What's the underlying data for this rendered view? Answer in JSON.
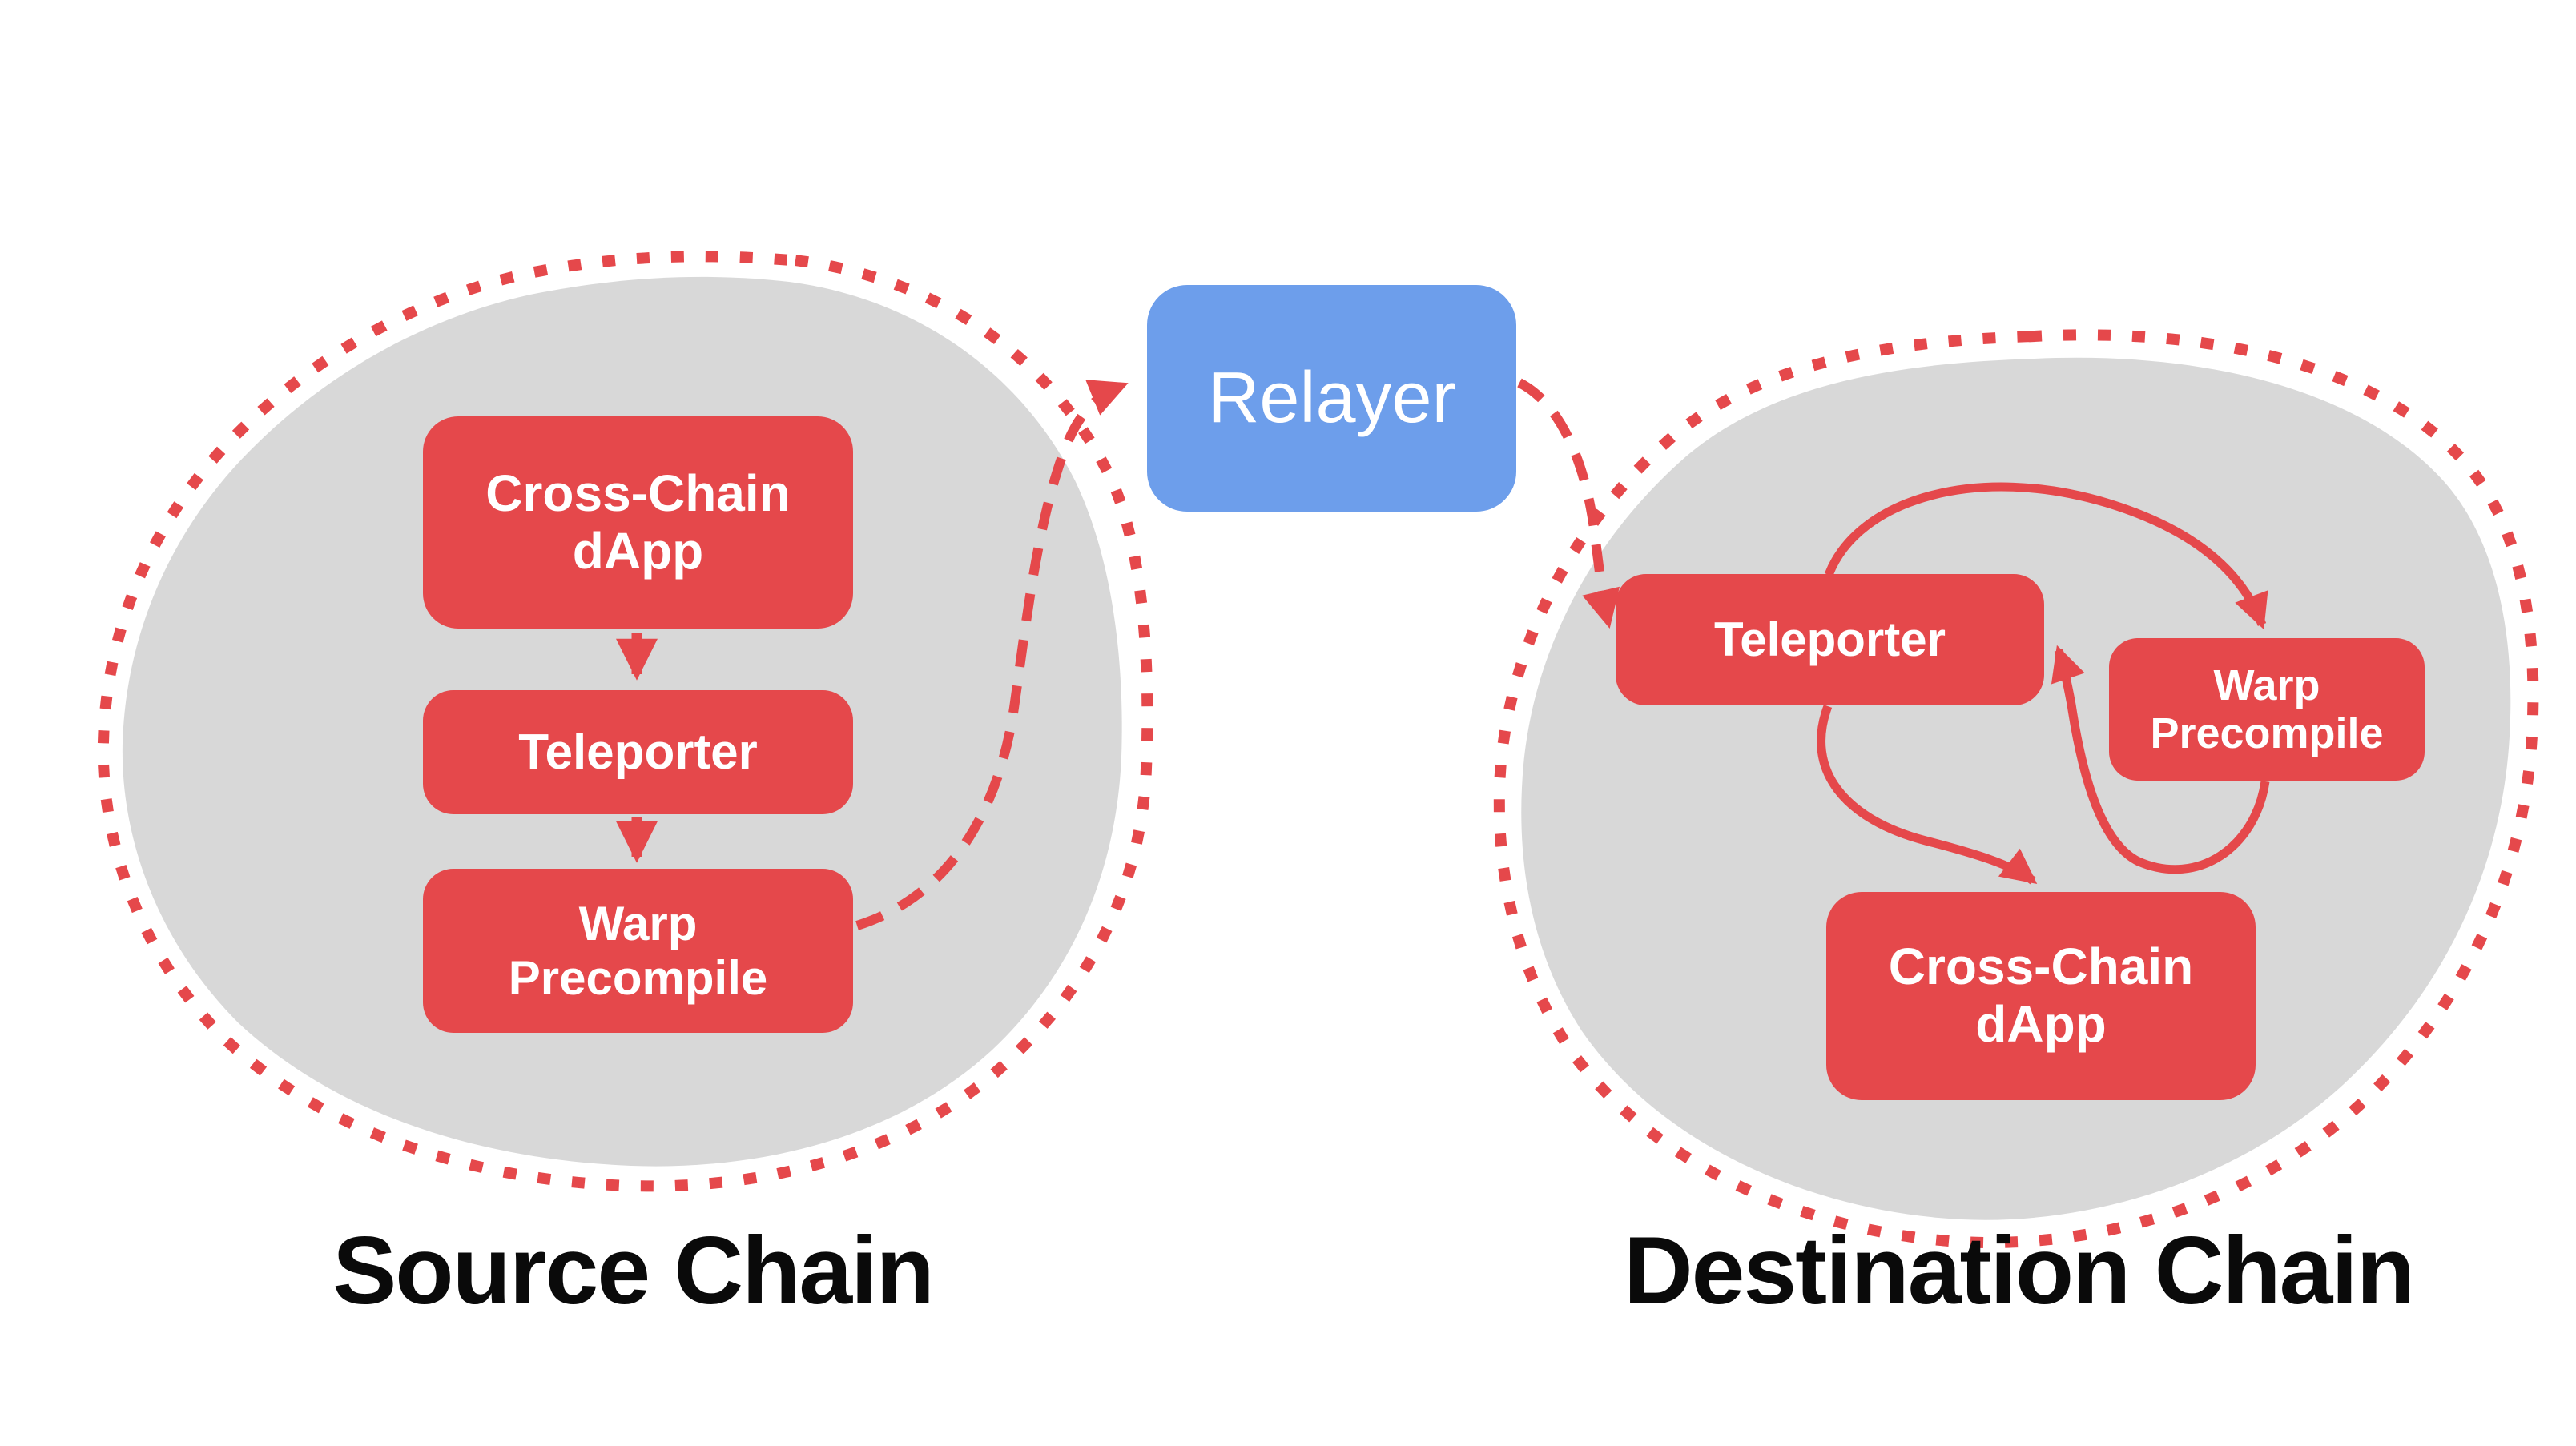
{
  "colors": {
    "red": "#e5484b",
    "blue": "#6d9eeb",
    "gray": "#d8d8d8",
    "title_black": "#0a0a0a",
    "label_white": "#ffffff"
  },
  "source_chain": {
    "title": "Source Chain",
    "dapp": {
      "line1": "Cross-Chain",
      "line2": "dApp"
    },
    "teleporter": {
      "label": "Teleporter"
    },
    "warp": {
      "line1": "Warp",
      "line2": "Precompile"
    }
  },
  "relayer": {
    "label": "Relayer"
  },
  "destination_chain": {
    "title": "Destination Chain",
    "teleporter": {
      "label": "Teleporter"
    },
    "warp": {
      "line1": "Warp",
      "line2": "Precompile"
    },
    "dapp": {
      "line1": "Cross-Chain",
      "line2": "dApp"
    }
  },
  "edges": [
    {
      "from": "source-cross-chain-dapp",
      "to": "source-teleporter",
      "style": "solid"
    },
    {
      "from": "source-teleporter",
      "to": "source-warp-precompile",
      "style": "solid"
    },
    {
      "from": "source-warp-precompile",
      "to": "relayer",
      "style": "dashed"
    },
    {
      "from": "relayer",
      "to": "destination-teleporter",
      "style": "dashed"
    },
    {
      "from": "destination-teleporter",
      "to": "destination-warp-precompile",
      "style": "solid"
    },
    {
      "from": "destination-warp-precompile",
      "to": "destination-teleporter",
      "style": "solid"
    },
    {
      "from": "destination-teleporter",
      "to": "destination-cross-chain-dapp",
      "style": "solid"
    }
  ]
}
